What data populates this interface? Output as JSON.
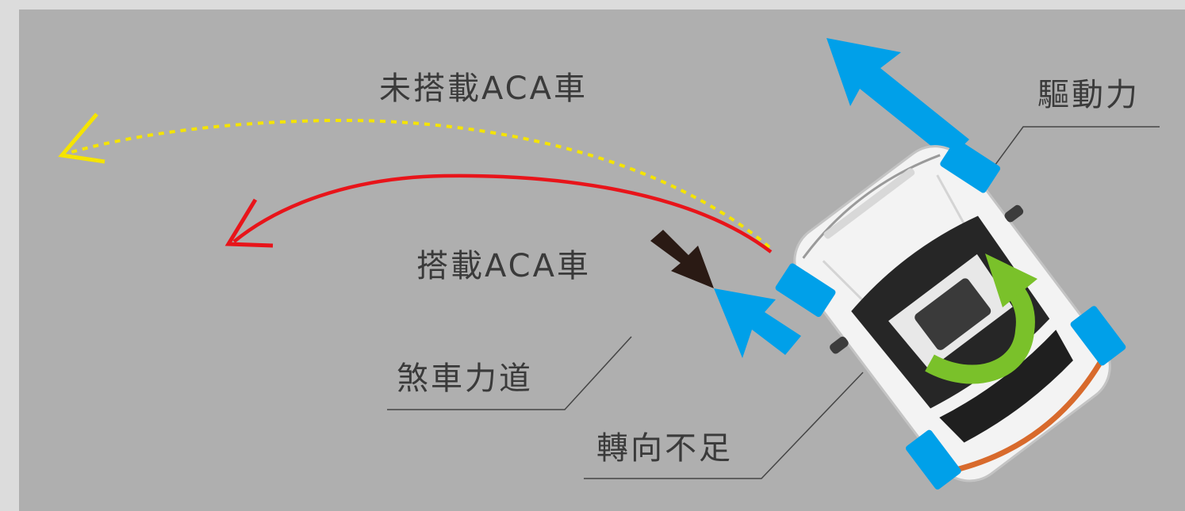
{
  "labels": {
    "no_aca": "未搭載ACA車",
    "with_aca": "搭載ACA車",
    "drive_force": "驅動力",
    "brake_force": "煞車力道",
    "understeer": "轉向不足"
  },
  "colors": {
    "panel": "#afafaf",
    "no_aca_path": "#f5e400",
    "aca_path": "#e8141a",
    "force_arrow": "#00a0e9",
    "yaw_arrow": "#7ac12a",
    "pointer_arrow": "#2a1a14"
  },
  "icons": [
    "car-icon",
    "yaw-rotation-icon",
    "drive-force-arrow-icon",
    "brake-force-arrow-icon",
    "pointer-arrow-icon"
  ]
}
